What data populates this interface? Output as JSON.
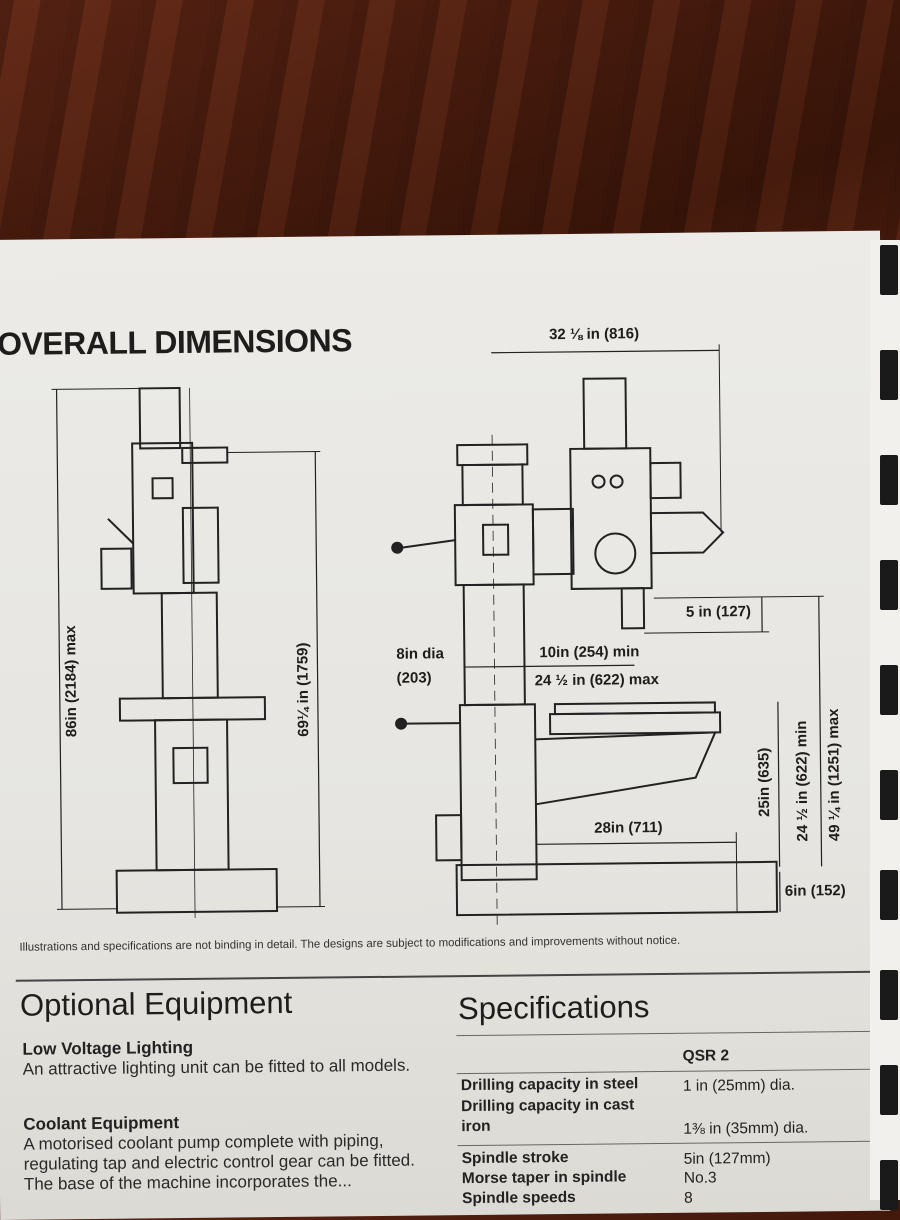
{
  "dimensions": {
    "title": "OVERALL DIMENSIONS",
    "labels": {
      "overall_height": "86in (2184) max",
      "head_height": "69¼ in (1759)",
      "arm_width": "32 ⅛ in (816)",
      "spindle_stroke": "5 in (127)",
      "column_dia": "8in dia",
      "column_dia_mm": "(203)",
      "reach_min": "10in  (254)  min",
      "reach_max": "24 ½ in (622)  max",
      "table_height": "25in (635)",
      "spindle_min": "24 ½ in (622) min",
      "spindle_max": "49 ¼ in (1251) max",
      "base_length": "28in (711)",
      "base_height": "6in (152)"
    }
  },
  "disclaimer": "Illustrations and specifications are not binding in detail. The designs are subject to modifications and improvements without notice.",
  "optional_equipment": {
    "title": "Optional Equipment",
    "items": [
      {
        "heading": "Low Voltage Lighting",
        "text": "An attractive lighting unit can be fitted to all models."
      },
      {
        "heading": "Coolant Equipment",
        "text": "A motorised coolant pump complete with piping, regulating tap and electric control gear can be fitted. The base of the machine incorporates the..."
      }
    ]
  },
  "specifications": {
    "title": "Specifications",
    "model": "QSR 2",
    "rows": [
      {
        "label": "Drilling capacity in steel",
        "value": "1 in (25mm) dia."
      },
      {
        "label": "Drilling capacity in cast iron",
        "value": "1⅜ in (35mm) dia."
      },
      {
        "label": "Spindle stroke",
        "value": "5in (127mm)"
      },
      {
        "label": "Morse taper in spindle",
        "value": "No.3"
      },
      {
        "label": "Spindle speeds",
        "value": "8"
      }
    ]
  }
}
